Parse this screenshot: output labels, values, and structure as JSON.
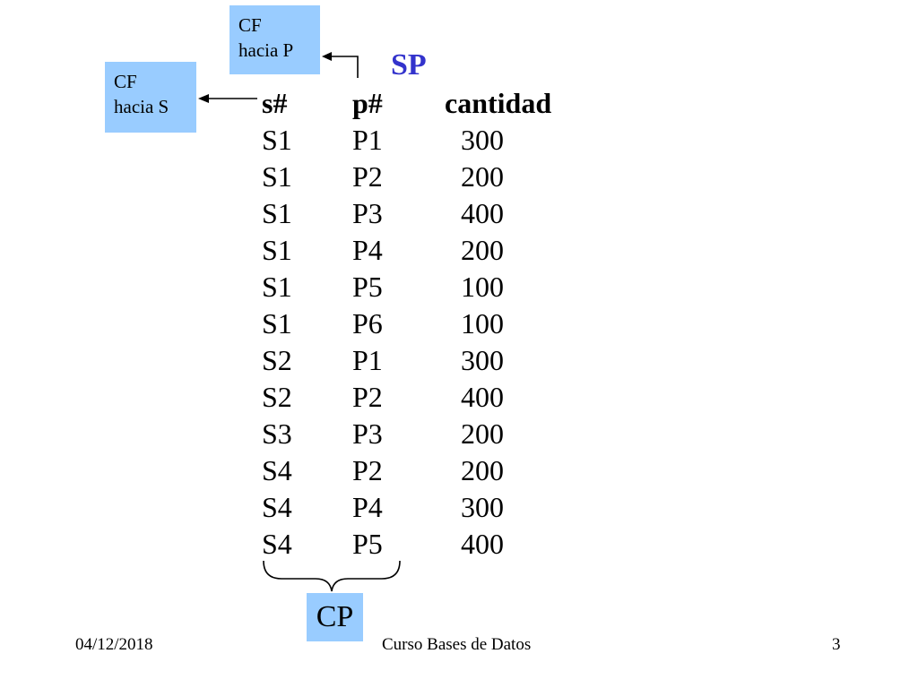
{
  "callouts": {
    "fk_p": {
      "line1": "CF",
      "line2": "hacia P"
    },
    "fk_s": {
      "line1": "CF",
      "line2": "hacia S"
    },
    "pk": "CP"
  },
  "table": {
    "title": "SP",
    "headers": [
      "s#",
      "p#",
      "cantidad"
    ],
    "rows": [
      [
        "S1",
        "P1",
        "300"
      ],
      [
        "S1",
        "P2",
        "200"
      ],
      [
        "S1",
        "P3",
        "400"
      ],
      [
        "S1",
        "P4",
        "200"
      ],
      [
        "S1",
        "P5",
        "100"
      ],
      [
        "S1",
        "P6",
        "100"
      ],
      [
        "S2",
        "P1",
        "300"
      ],
      [
        "S2",
        "P2",
        "400"
      ],
      [
        "S3",
        "P3",
        "200"
      ],
      [
        "S4",
        "P2",
        "200"
      ],
      [
        "S4",
        "P4",
        "300"
      ],
      [
        "S4",
        "P5",
        "400"
      ]
    ]
  },
  "footer": {
    "date": "04/12/2018",
    "course": "Curso Bases de Datos",
    "page": "3"
  },
  "colors": {
    "callout_bg": "#99ccff",
    "title": "#3333cc"
  }
}
